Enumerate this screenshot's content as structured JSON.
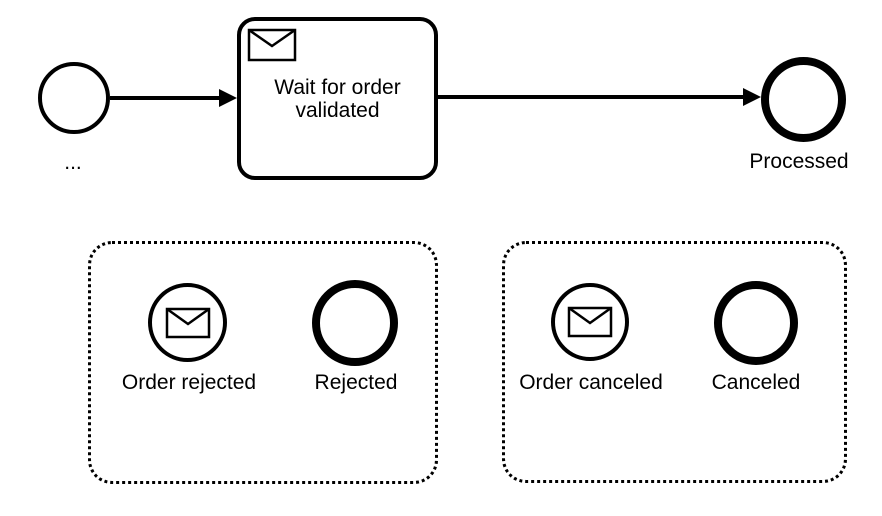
{
  "diagram": {
    "kind": "bpmn-process",
    "colors": {
      "stroke": "#000000",
      "background": "#ffffff"
    },
    "icons": {
      "message": "envelope-icon"
    },
    "main": {
      "start_label": "...",
      "task_label": "Wait for order validated",
      "end_label": "Processed"
    },
    "subprocess_rejected": {
      "start_label": "Order rejected",
      "end_label": "Rejected"
    },
    "subprocess_canceled": {
      "start_label": "Order canceled",
      "end_label": "Canceled"
    }
  }
}
